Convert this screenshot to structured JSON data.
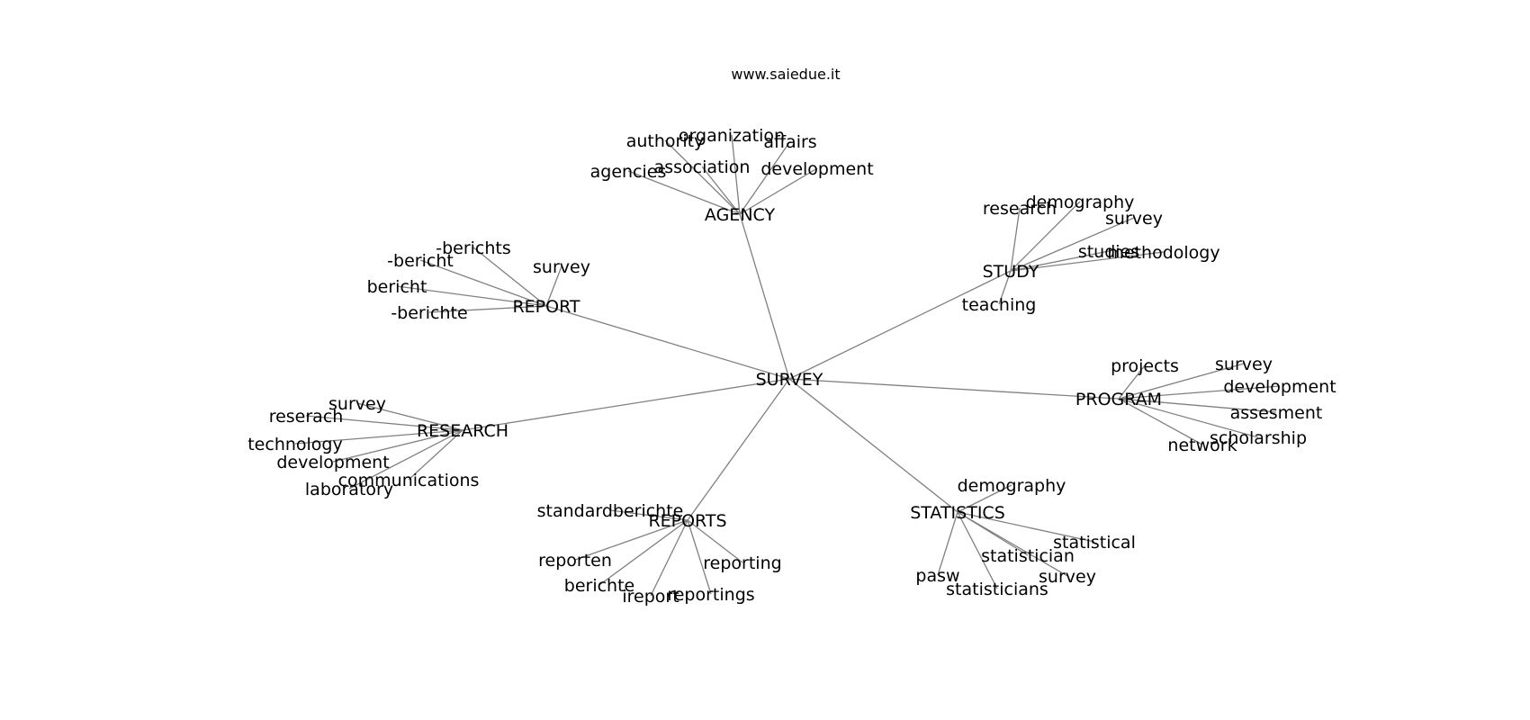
{
  "title": "www.saiedue.it",
  "colors": {
    "edge": "#808080",
    "text": "#000000",
    "background": "#ffffff"
  },
  "root": "SURVEY",
  "groups": [
    {
      "hub": "AGENCY",
      "leaves": [
        "authority",
        "organization",
        "affairs",
        "association",
        "agencies",
        "development"
      ]
    },
    {
      "hub": "STUDY",
      "leaves": [
        "research",
        "demography",
        "survey",
        "studies",
        "methodology",
        "teaching"
      ]
    },
    {
      "hub": "REPORT",
      "leaves": [
        "-berichts",
        "-bericht",
        "survey",
        "bericht",
        "-berichte"
      ]
    },
    {
      "hub": "PROGRAM",
      "leaves": [
        "projects",
        "survey",
        "development",
        "assesment",
        "scholarship",
        "network"
      ]
    },
    {
      "hub": "RESEARCH",
      "leaves": [
        "survey",
        "reserach",
        "technology",
        "development",
        "communications",
        "laboratory"
      ]
    },
    {
      "hub": "REPORTS",
      "leaves": [
        "standardberichte",
        "reporten",
        "reporting",
        "berichte",
        "ireport",
        "reportings"
      ]
    },
    {
      "hub": "STATISTICS",
      "leaves": [
        "demography",
        "statistical",
        "statistician",
        "survey",
        "pasw",
        "statisticians"
      ]
    }
  ]
}
